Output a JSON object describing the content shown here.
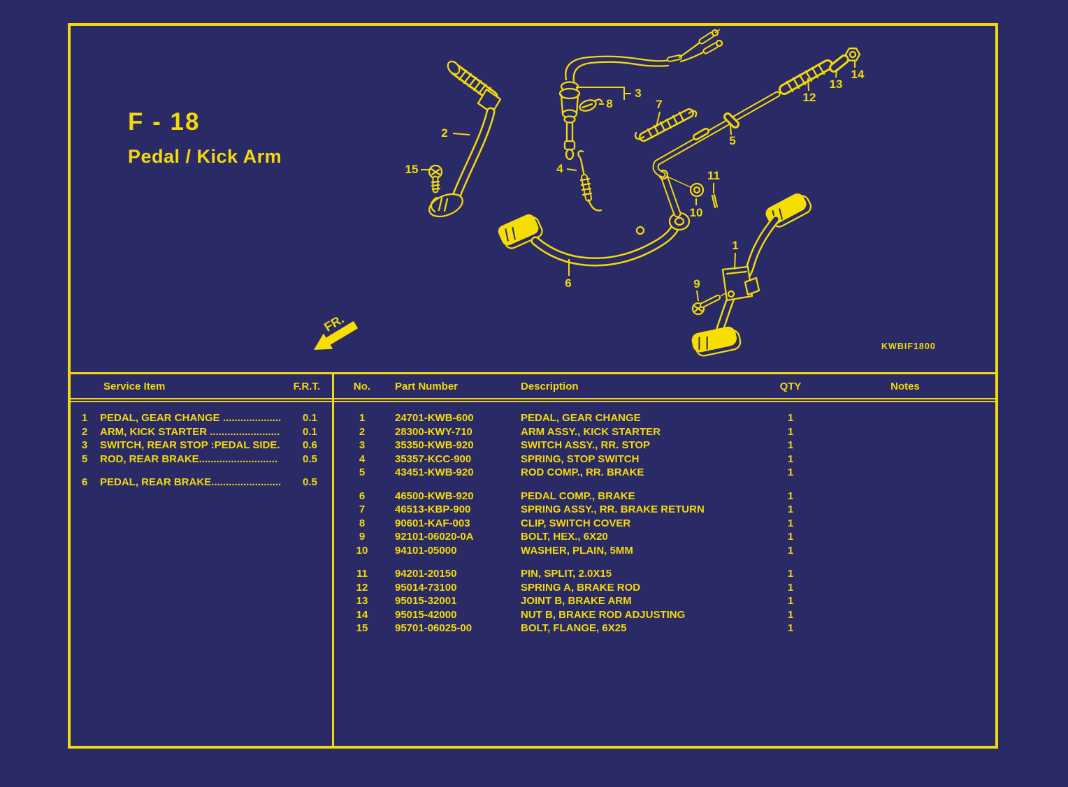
{
  "page": {
    "code": "F - 18",
    "title": "Pedal / Kick Arm",
    "diagram_ref": "KWBIF1800",
    "front_label": "FR."
  },
  "colors": {
    "background": "#2a2b66",
    "accent": "#f3d90b"
  },
  "service_table": {
    "headers": {
      "item": "Service Item",
      "frt": "F.R.T."
    },
    "rows": [
      {
        "no": "1",
        "item": "PEDAL, GEAR CHANGE ....................",
        "frt": "0.1",
        "gap": false
      },
      {
        "no": "2",
        "item": "ARM, KICK STARTER ........................",
        "frt": "0.1",
        "gap": false
      },
      {
        "no": "3",
        "item": "SWITCH, REAR STOP :PEDAL SIDE.",
        "frt": "0.6",
        "gap": false
      },
      {
        "no": "5",
        "item": "ROD, REAR BRAKE...........................",
        "frt": "0.5",
        "gap": false
      },
      {
        "no": "6",
        "item": "PEDAL, REAR BRAKE........................",
        "frt": "0.5",
        "gap": true
      }
    ]
  },
  "parts_table": {
    "headers": {
      "no": "No.",
      "part_number": "Part Number",
      "description": "Description",
      "qty": "QTY",
      "notes": "Notes"
    },
    "rows": [
      {
        "no": "1",
        "part_number": "24701-KWB-600",
        "description": "PEDAL, GEAR CHANGE",
        "qty": "1",
        "notes": "",
        "gap": false
      },
      {
        "no": "2",
        "part_number": "28300-KWY-710",
        "description": "ARM ASSY., KICK STARTER",
        "qty": "1",
        "notes": "",
        "gap": false
      },
      {
        "no": "3",
        "part_number": "35350-KWB-920",
        "description": "SWITCH ASSY., RR. STOP",
        "qty": "1",
        "notes": "",
        "gap": false
      },
      {
        "no": "4",
        "part_number": "35357-KCC-900",
        "description": "SPRING, STOP SWITCH",
        "qty": "1",
        "notes": "",
        "gap": false
      },
      {
        "no": "5",
        "part_number": "43451-KWB-920",
        "description": "ROD COMP., RR. BRAKE",
        "qty": "1",
        "notes": "",
        "gap": false
      },
      {
        "no": "6",
        "part_number": "46500-KWB-920",
        "description": "PEDAL COMP., BRAKE",
        "qty": "1",
        "notes": "",
        "gap": true
      },
      {
        "no": "7",
        "part_number": "46513-KBP-900",
        "description": "SPRING ASSY., RR. BRAKE RETURN",
        "qty": "1",
        "notes": "",
        "gap": false
      },
      {
        "no": "8",
        "part_number": "90601-KAF-003",
        "description": "CLIP, SWITCH COVER",
        "qty": "1",
        "notes": "",
        "gap": false
      },
      {
        "no": "9",
        "part_number": "92101-06020-0A",
        "description": "BOLT, HEX., 6X20",
        "qty": "1",
        "notes": "",
        "gap": false
      },
      {
        "no": "10",
        "part_number": "94101-05000",
        "description": "WASHER, PLAIN, 5MM",
        "qty": "1",
        "notes": "",
        "gap": false
      },
      {
        "no": "11",
        "part_number": "94201-20150",
        "description": "PIN, SPLIT, 2.0X15",
        "qty": "1",
        "notes": "",
        "gap": true
      },
      {
        "no": "12",
        "part_number": "95014-73100",
        "description": "SPRING A, BRAKE ROD",
        "qty": "1",
        "notes": "",
        "gap": false
      },
      {
        "no": "13",
        "part_number": "95015-32001",
        "description": "JOINT B, BRAKE ARM",
        "qty": "1",
        "notes": "",
        "gap": false
      },
      {
        "no": "14",
        "part_number": "95015-42000",
        "description": "NUT B, BRAKE ROD ADJUSTING",
        "qty": "1",
        "notes": "",
        "gap": false
      },
      {
        "no": "15",
        "part_number": "95701-06025-00",
        "description": "BOLT, FLANGE, 6X25",
        "qty": "1",
        "notes": "",
        "gap": false
      }
    ]
  },
  "diagram": {
    "callouts": [
      {
        "label": "1"
      },
      {
        "label": "2"
      },
      {
        "label": "3"
      },
      {
        "label": "4"
      },
      {
        "label": "5"
      },
      {
        "label": "6"
      },
      {
        "label": "7"
      },
      {
        "label": "8"
      },
      {
        "label": "9"
      },
      {
        "label": "10"
      },
      {
        "label": "11"
      },
      {
        "label": "12"
      },
      {
        "label": "13"
      },
      {
        "label": "14"
      },
      {
        "label": "15"
      }
    ]
  }
}
